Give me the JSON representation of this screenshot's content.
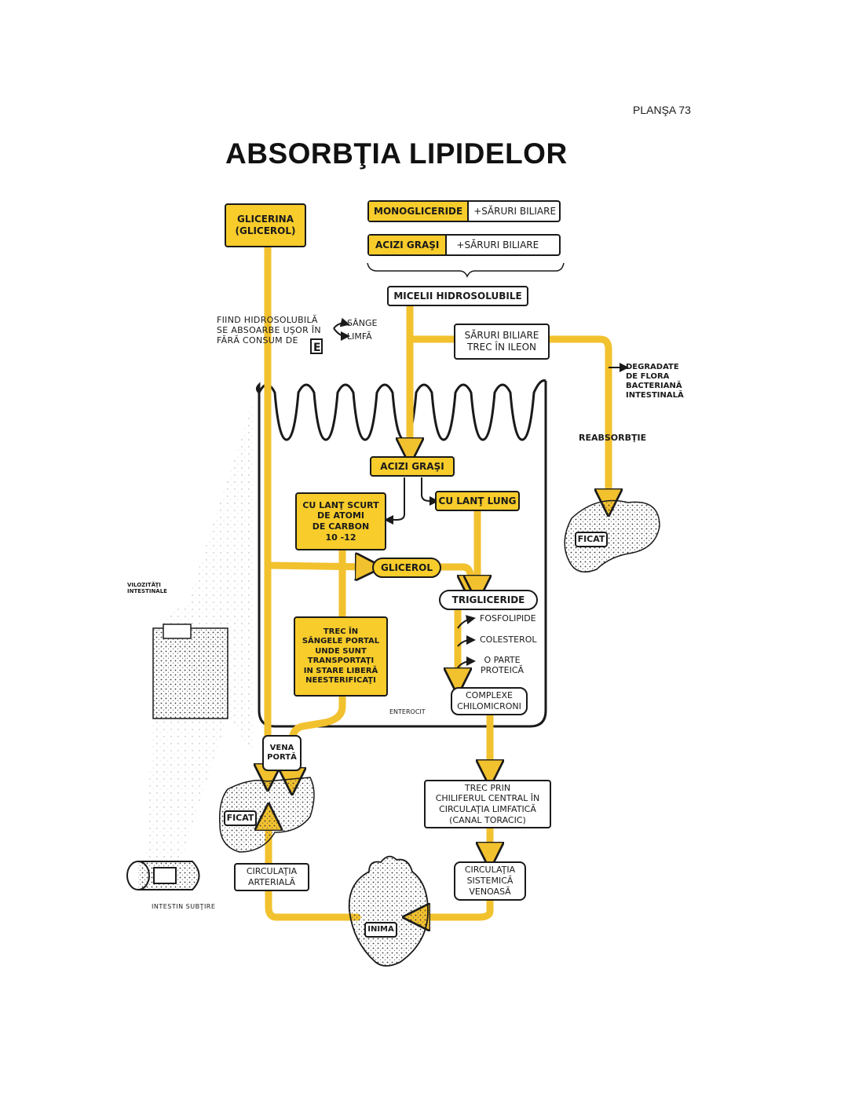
{
  "header": {
    "plate": "PLANŞA 73",
    "title": "ABSORBŢIA LIPIDELOR"
  },
  "colors": {
    "flow": "#f2c12e",
    "box_fill": "#f7cc2b",
    "ink": "#1a1a1a"
  },
  "nodes": {
    "glicerina": "GLICERINA\n(GLICEROL)",
    "monogliceride": "MONOGLICERIDE",
    "saruri_biliare_1": "+SĂRURI BILIARE",
    "acizi_grasi_top": "ACIZI GRAŞI",
    "saruri_biliare_2": "+SĂRURI BILIARE",
    "micelii": "MICELII HIDROSOLUBILE",
    "saruri_ileon": "SĂRURI BILIARE\nTREC ÎN ILEON",
    "hidrosolubila": "FIIND HIDROSOLUBILĂ\nSE ABSOARBE UŞOR ÎN\nFĂRĂ CONSUM DE",
    "sange": "SÂNGE",
    "limfa": "LIMFĂ",
    "degradate": "DEGRADATE\nDE FLORA\nBACTERIANĂ\nINTESTINALĂ",
    "reabsorbtie": "REABSORBŢIE",
    "ficat_right": "FICAT",
    "acizi_grasi_mid": "ACIZI GRAŞI",
    "lant_scurt": "CU LANŢ SCURT\nDE ATOMI\nDE CARBON\n10 -12",
    "lant_lung": "CU LANŢ LUNG",
    "glicerol": "GLICEROL",
    "trigliceride": "TRIGLICERIDE",
    "fosfolipide": "FOSFOLIPIDE",
    "colesterol": "COLESTEROL",
    "parte_proteica": "O PARTE\nPROTEICĂ",
    "trec_sange_portal": "TREC ÎN\nSÂNGELE PORTAL\nUNDE SUNT\nTRANSPORTAŢI\nIN STARE LIBERĂ\nNEESTERIFICAŢI",
    "chilomicroni": "COMPLEXE\nCHILOMICRONI",
    "enterocit": "ENTEROCIT",
    "vena_porta": "VENA\nPORTĂ",
    "ficat_left": "FICAT",
    "chiliferul": "TREC PRIN\nCHILIFERUL CENTRAL ÎN\nCIRCULAŢIA LIMFATICĂ\n(CANAL TORACIC)",
    "circ_arteriala": "CIRCULAŢIA\nARTERIALĂ",
    "circ_venoasa": "CIRCULAŢIA\nSISTEMICĂ\nVENOASĂ",
    "inima": "INIMA",
    "vilozitati": "VILOZITĂŢI\nINTESTINALE",
    "intestin": "INTESTIN SUBŢIRE"
  }
}
